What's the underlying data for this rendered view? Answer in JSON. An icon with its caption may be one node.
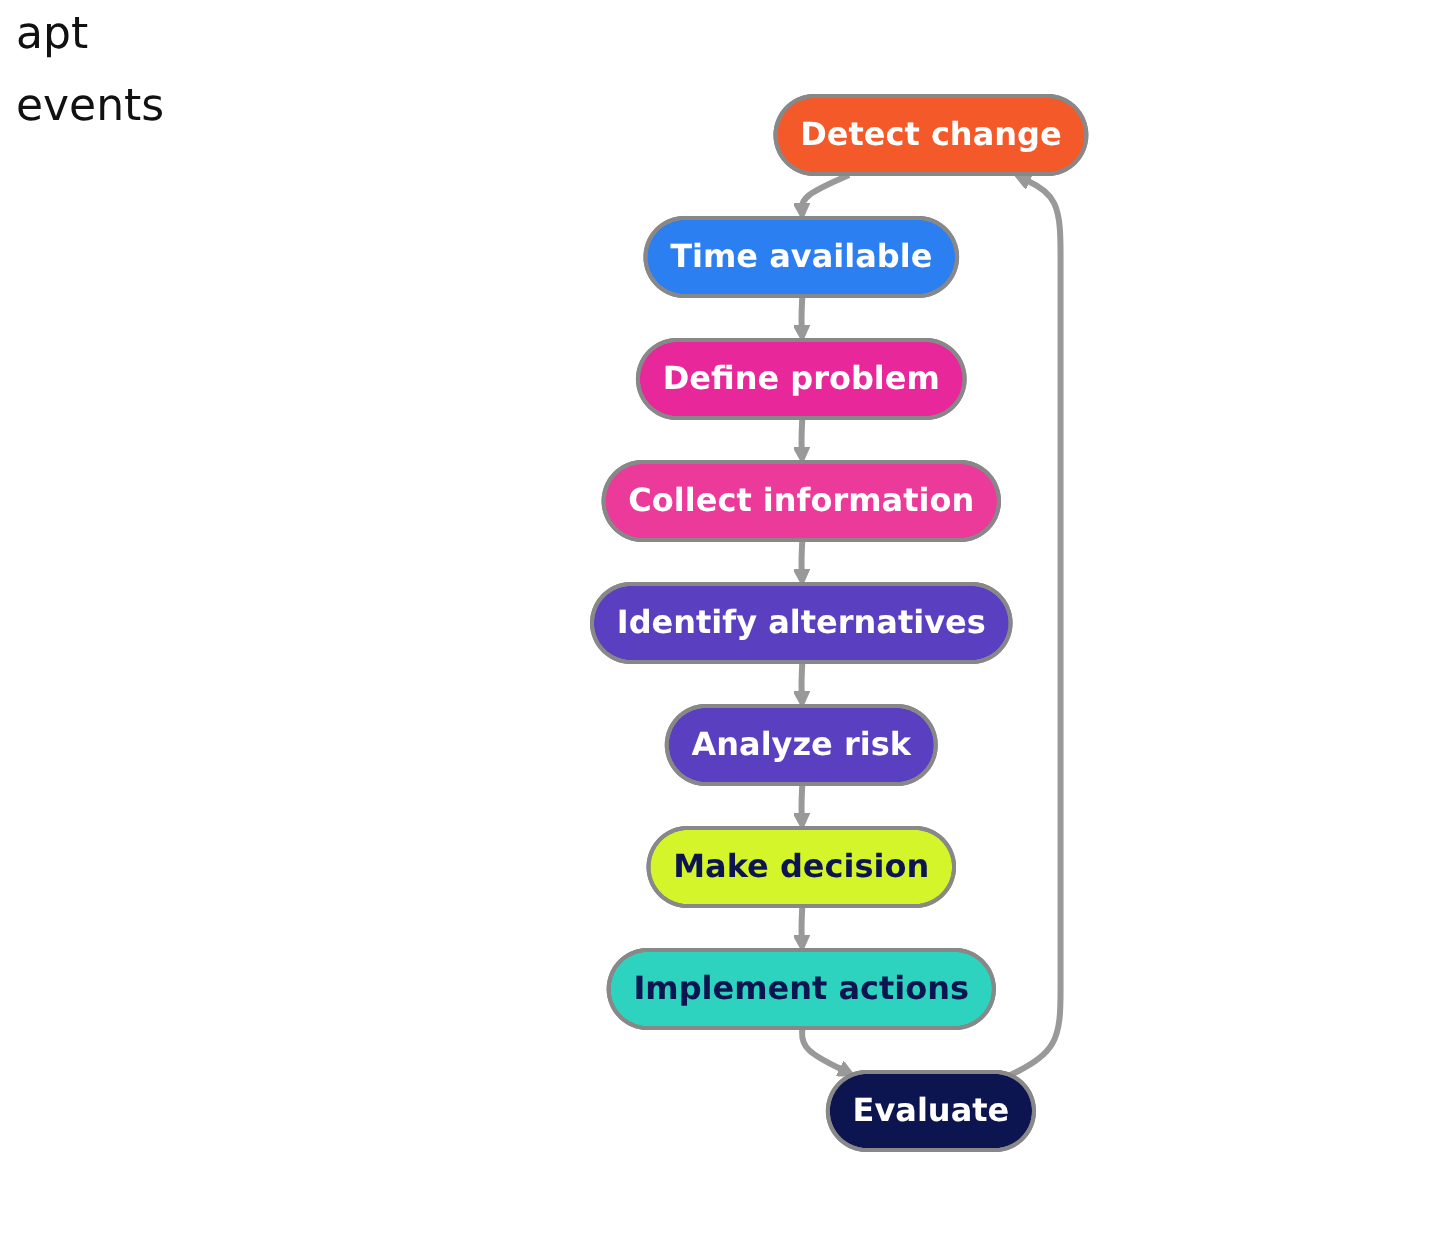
{
  "diagram": {
    "nodes": [
      {
        "text": [
          "Detect change"
        ]
      },
      {
        "text": [
          "Time available"
        ]
      },
      {
        "text": [
          "Define problem"
        ]
      },
      {
        "text": [
          "Collect information"
        ]
      },
      {
        "text": [
          "Identify alternatives"
        ]
      },
      {
        "text": [
          "Analyze risk"
        ]
      },
      {
        "text": [
          "Make decision"
        ]
      },
      {
        "text": [
          "Implement actions"
        ]
      },
      {
        "text": [
          "Evaluate"
        ]
      }
    ],
    "edges": [
      {
        "from": 0,
        "to": 1,
        "arrow": "to"
      },
      {
        "from": 1,
        "to": 2,
        "arrow": "to"
      },
      {
        "from": 2,
        "to": 3,
        "arrow": "to"
      },
      {
        "from": 3,
        "to": 4,
        "arrow": "to"
      },
      {
        "from": 4,
        "to": 5,
        "arrow": "to"
      },
      {
        "from": 5,
        "to": 6,
        "arrow": "to"
      },
      {
        "from": 6,
        "to": 7,
        "arrow": "to"
      },
      {
        "from": 7,
        "to": 8,
        "arrow": "to"
      },
      {
        "from": 8,
        "to": 0,
        "arrow": "to"
      }
    ],
    "labels": [
      "apt",
      "events"
    ]
  }
}
